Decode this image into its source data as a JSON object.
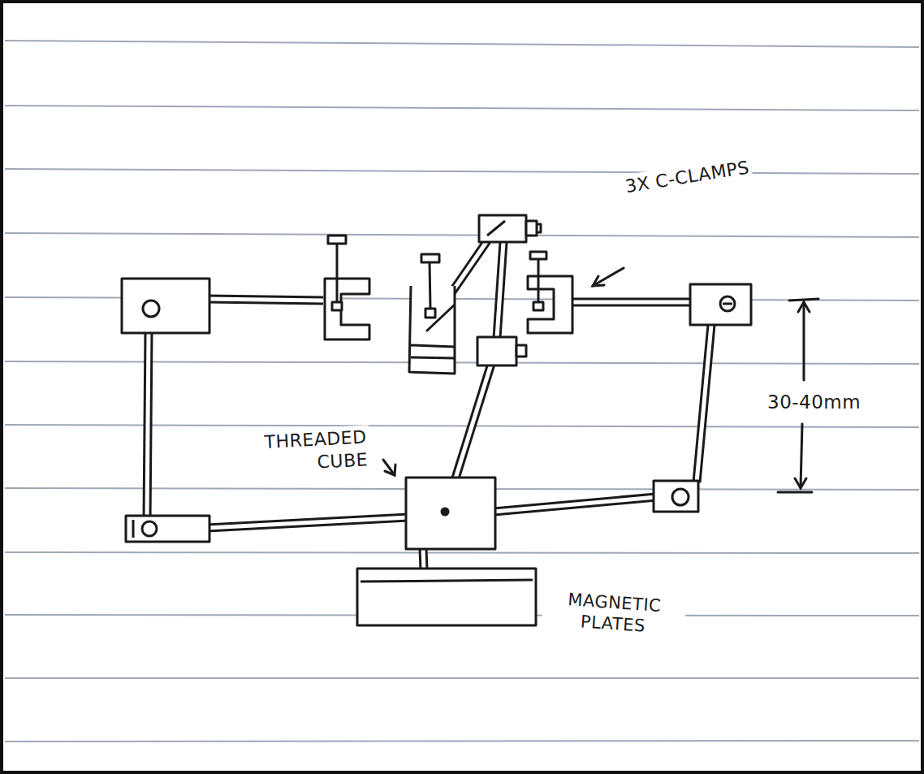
{
  "diagram": {
    "labels": [
      "3X C-CLAMPS",
      "30-40mm",
      "THREADED CUBE",
      "MAGNETIC PLATES"
    ]
  }
}
